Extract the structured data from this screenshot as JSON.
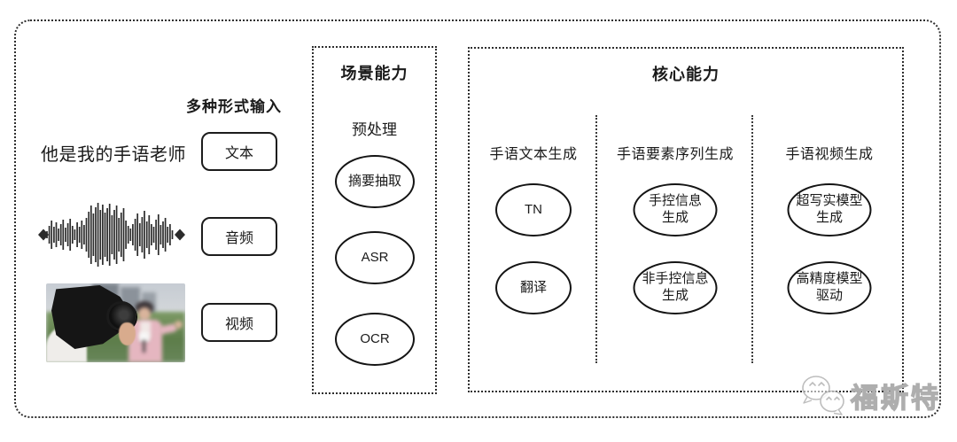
{
  "input_section": {
    "title": "多种形式输入",
    "sample_text": "他是我的手语老师",
    "items": [
      {
        "label": "文本"
      },
      {
        "label": "音频"
      },
      {
        "label": "视频"
      }
    ],
    "media": {
      "waveform_icon": "audio-waveform",
      "photo_icon": "reporter-filming-photo"
    }
  },
  "scene_box": {
    "title": "场景能力",
    "subtitle": "预处理",
    "nodes": [
      "摘要抽取",
      "ASR",
      "OCR"
    ]
  },
  "core_box": {
    "title": "核心能力",
    "columns": [
      {
        "label": "手语文本生成",
        "nodes": [
          "TN",
          "翻译"
        ]
      },
      {
        "label": "手语要素序列生成",
        "nodes": [
          "手控信息\n生成",
          "非手控信息\n生成"
        ]
      },
      {
        "label": "手语视频生成",
        "nodes": [
          "超写实模型\n生成",
          "高精度模型\n驱动"
        ]
      }
    ]
  },
  "watermark": {
    "text": "福斯特",
    "icon": "chat-bubbles-icon"
  },
  "colors": {
    "background": "#ffffff",
    "line": "#1a1a1a",
    "watermark": "#aeaeae"
  }
}
